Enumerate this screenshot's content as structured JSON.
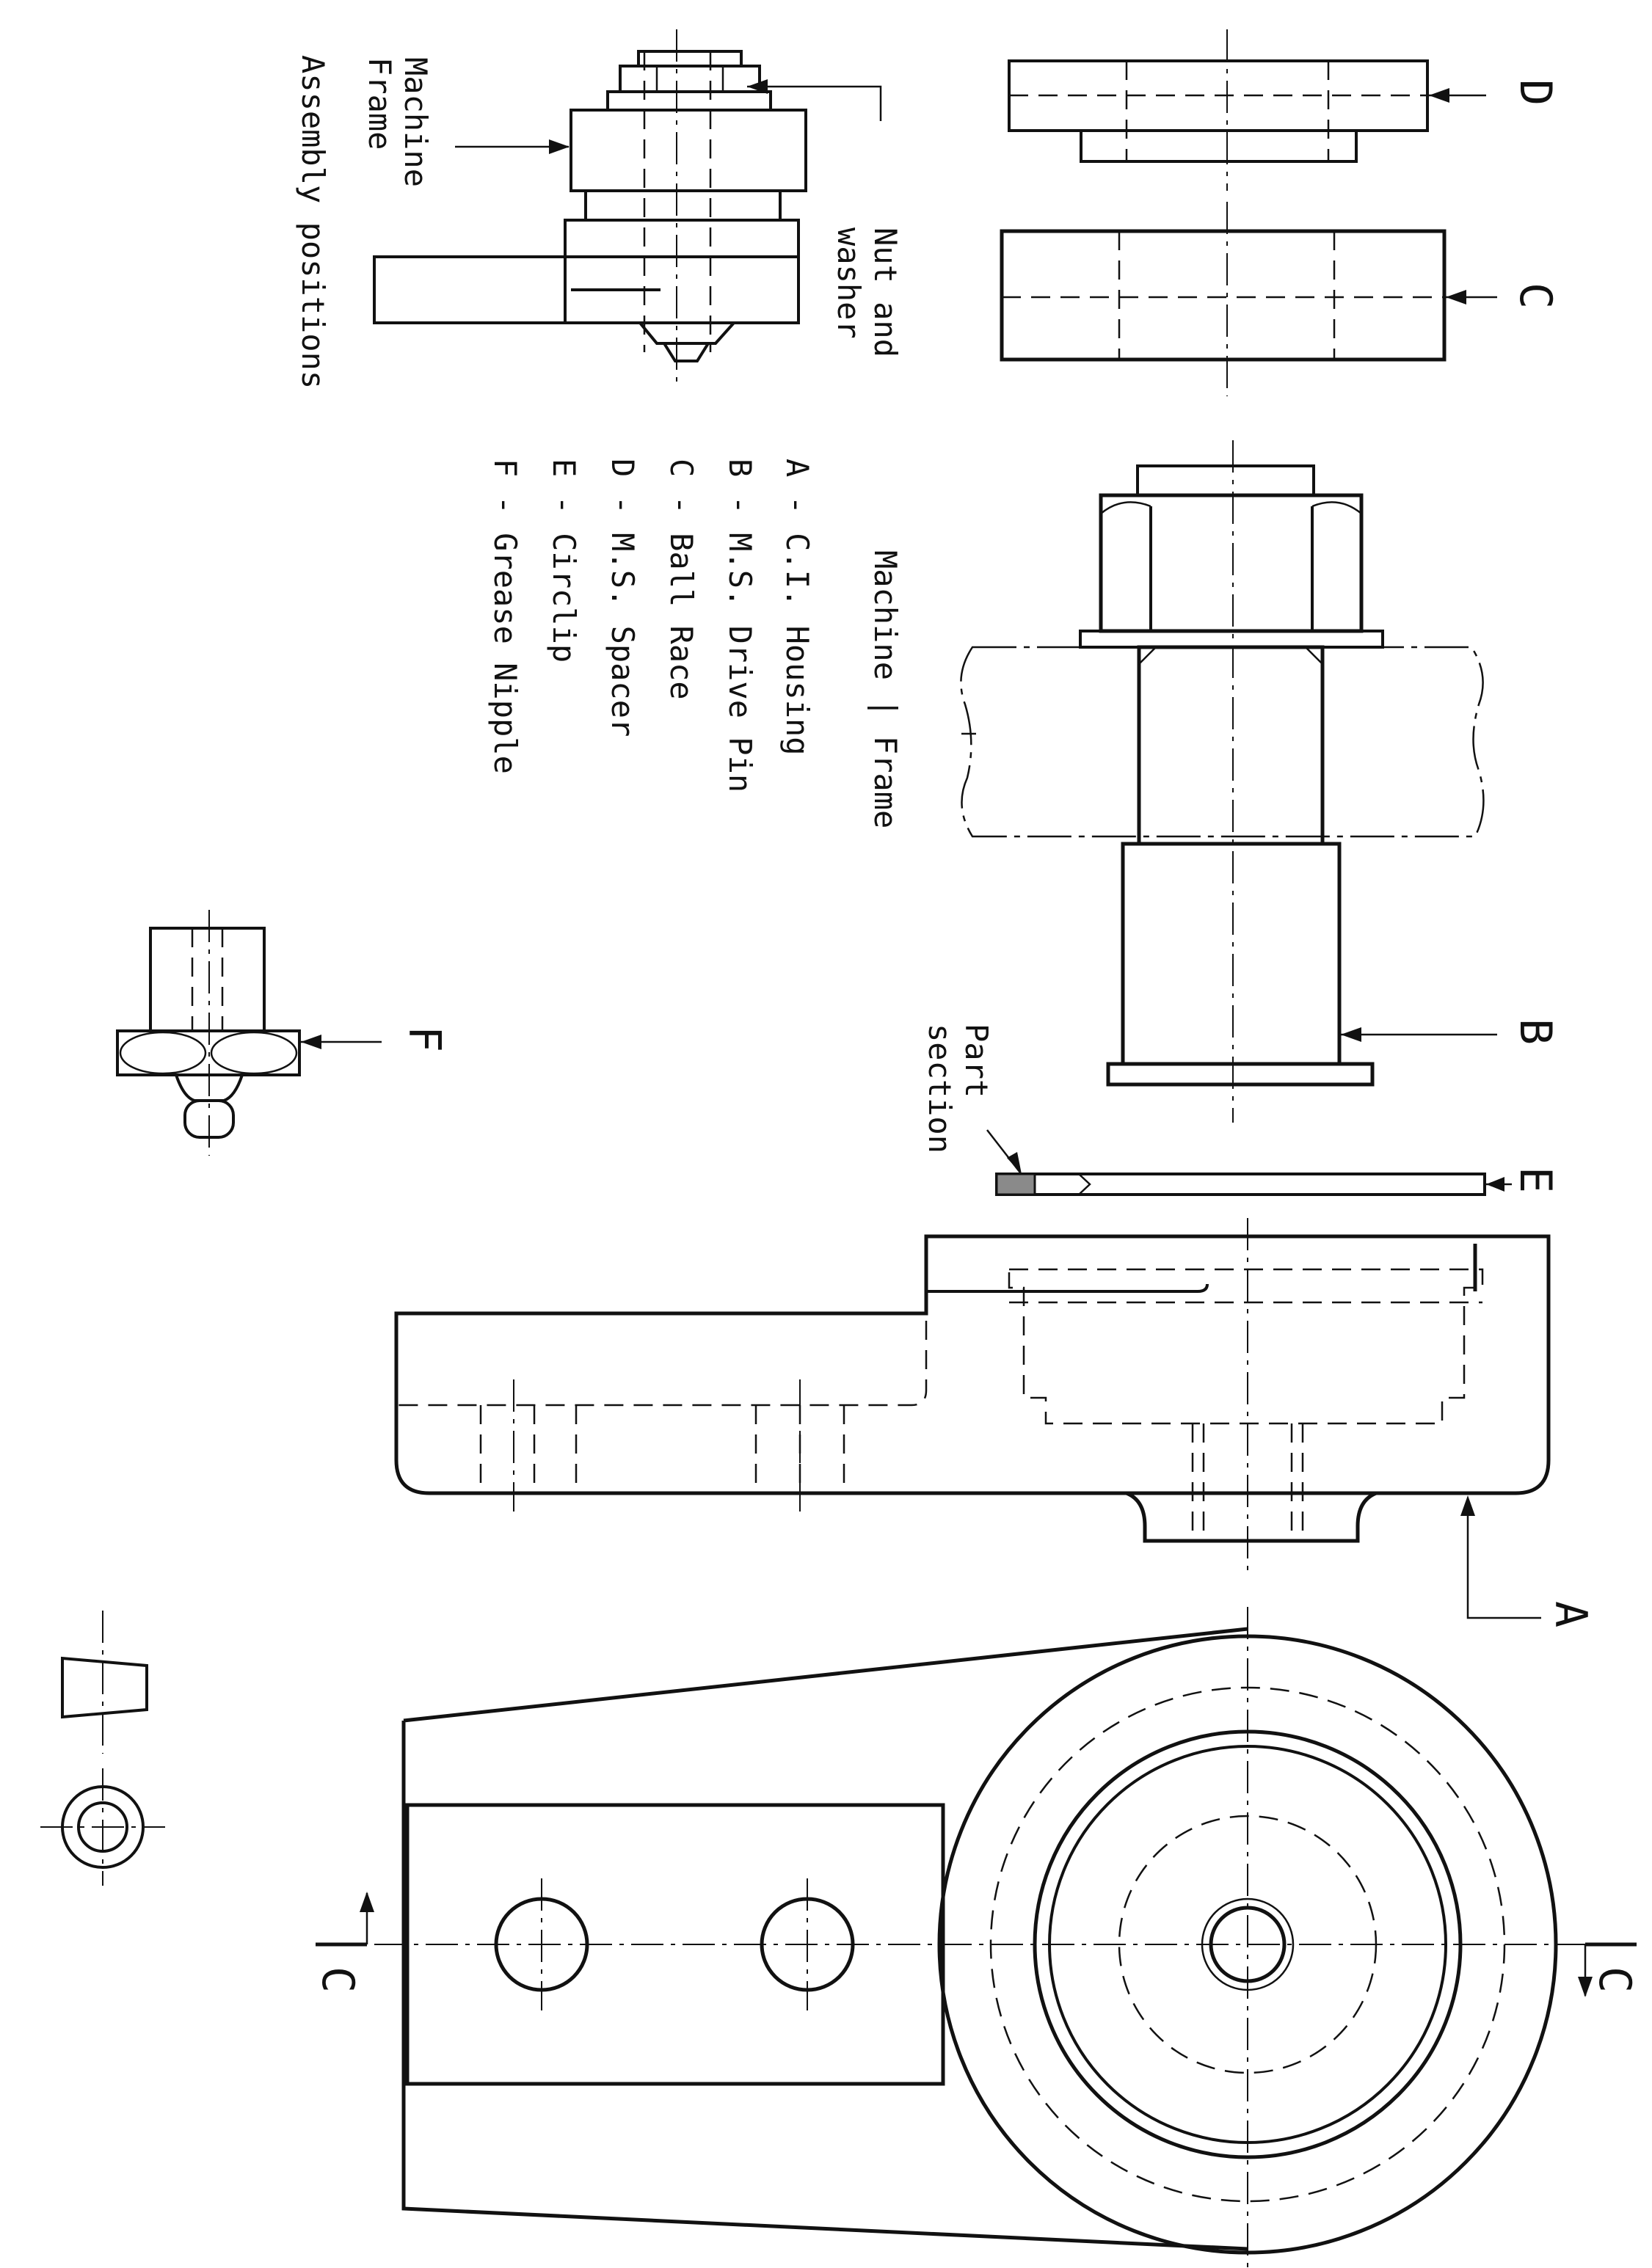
{
  "labels": {
    "D": "D",
    "C": "C",
    "B": "B",
    "E": "E",
    "A": "A",
    "F": "F",
    "section_left": "C",
    "section_right": "C",
    "nut_washer_line1": "Nut and",
    "nut_washer_line2": "washer",
    "machine_frame_assembly_line1": "Machine",
    "machine_frame_assembly_line2": "Frame",
    "assembly_positions": "Assembly positions",
    "machine_frame_centre": "Machine | Frame",
    "part_section_line1": "Part",
    "part_section_line2": "section"
  },
  "parts_list": [
    {
      "key": "A",
      "text": "A - C.I. Housing"
    },
    {
      "key": "B",
      "text": "B - M.S. Drive Pin"
    },
    {
      "key": "C",
      "text": "C - Ball Race"
    },
    {
      "key": "D",
      "text": "D - M.S. Spacer"
    },
    {
      "key": "E",
      "text": "E - Circlip"
    },
    {
      "key": "F",
      "text": "F - Grease Nipple"
    }
  ]
}
